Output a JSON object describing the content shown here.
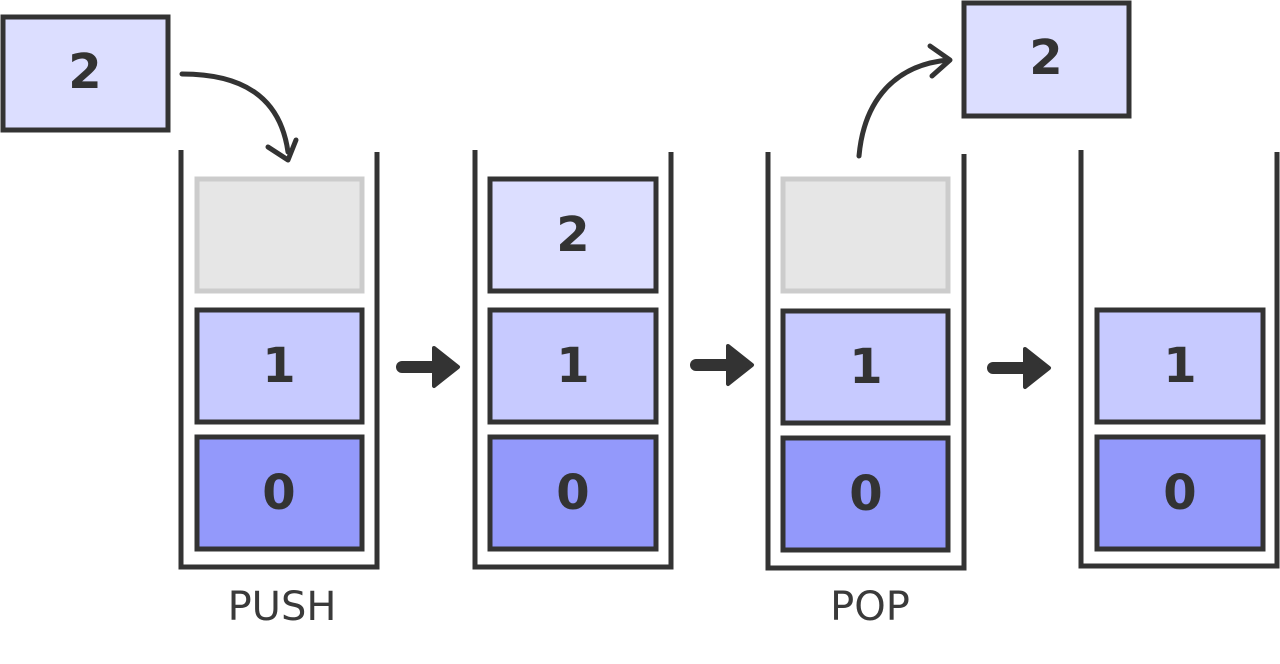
{
  "colors": {
    "stroke": "#333333",
    "empty_slot_fill": "#e6e6e6",
    "empty_slot_stroke": "#cccccc",
    "level_0": "#9399fb",
    "level_1": "#c7caff",
    "level_2": "#dcdeff"
  },
  "operations": {
    "push_label": "PUSH",
    "pop_label": "POP"
  },
  "floating": {
    "push_value": "2",
    "pop_value": "2"
  },
  "stacks": [
    {
      "top": "",
      "middle": "1",
      "bottom": "0"
    },
    {
      "top": "2",
      "middle": "1",
      "bottom": "0"
    },
    {
      "top": "",
      "middle": "1",
      "bottom": "0"
    },
    {
      "top": "",
      "middle": "1",
      "bottom": "0"
    }
  ]
}
